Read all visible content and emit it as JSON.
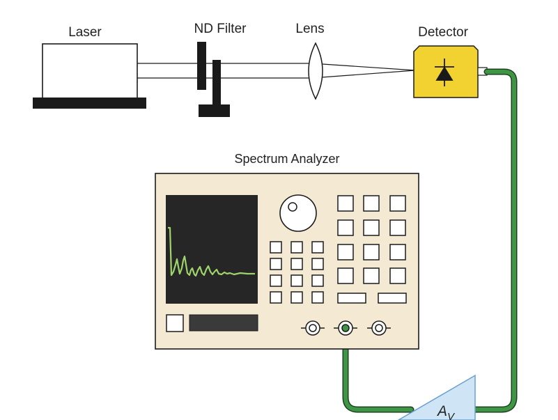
{
  "labels": {
    "laser": "Laser",
    "nd_filter": "ND Filter",
    "lens": "Lens",
    "detector": "Detector",
    "spectrum_analyzer": "Spectrum Analyzer",
    "amplifier_symbol": "A",
    "amplifier_subscript": "V"
  },
  "colors": {
    "outline": "#1a1a1a",
    "base": "#1a1a1a",
    "detector_fill": "#f2d231",
    "analyzer_panel": "#f4e9d2",
    "screen": "#262626",
    "trace": "#9fd36b",
    "cable": "#3e9645",
    "amplifier_fill": "#cfe4f4",
    "amplifier_stroke": "#6aa0cf"
  },
  "icons": {
    "detector": "photodiode-icon",
    "amplifier": "amplifier-triangle-icon",
    "knob": "rotary-knob-icon",
    "connector": "bnc-connector-icon"
  }
}
